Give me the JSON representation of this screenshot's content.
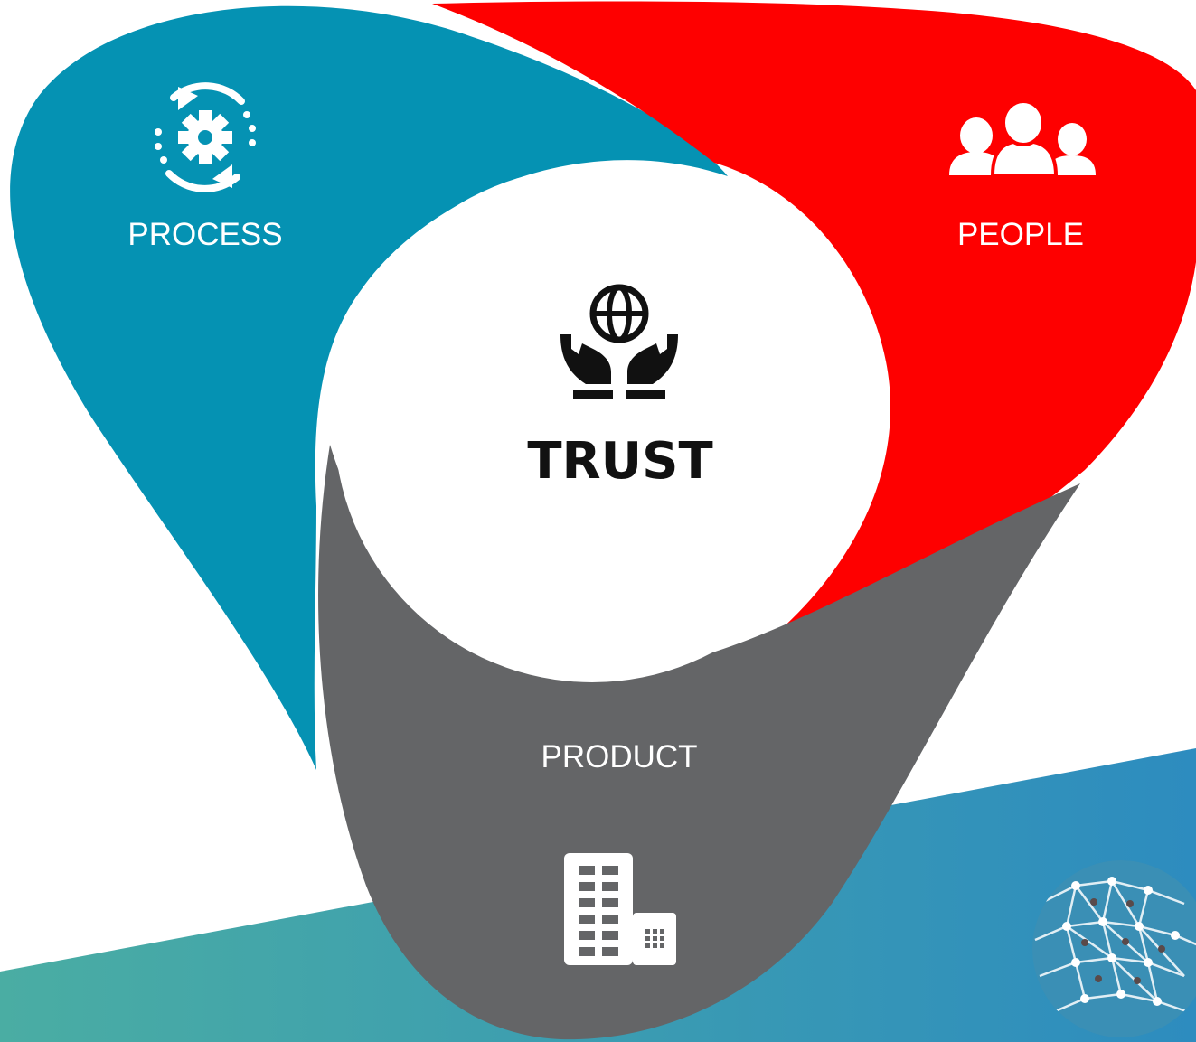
{
  "diagram": {
    "center": {
      "label": "TRUST",
      "icon": "hands-holding-globe-icon"
    },
    "segments": [
      {
        "id": "process",
        "label": "PROCESS",
        "icon": "process-gear-cycle-icon",
        "color": "#0592b3"
      },
      {
        "id": "people",
        "label": "PEOPLE",
        "icon": "people-group-icon",
        "color": "#fe0000"
      },
      {
        "id": "product",
        "label": "PRODUCT",
        "icon": "office-buildings-icon",
        "color": "#646567"
      }
    ],
    "background": {
      "band_colors": [
        "#4aada3",
        "#2d8cbf"
      ],
      "decoration_icon": "network-globe-icon"
    }
  }
}
